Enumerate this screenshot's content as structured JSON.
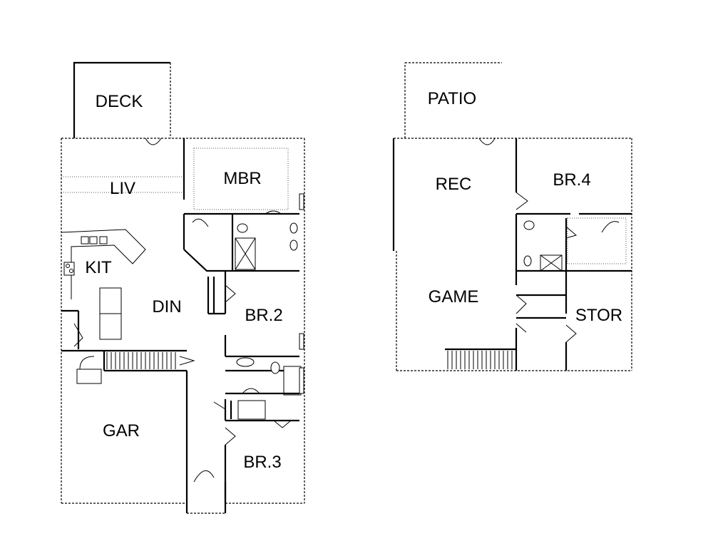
{
  "rooms": {
    "deck": "DECK",
    "liv": "LIV",
    "mbr": "MBR",
    "kit": "KIT",
    "din": "DIN",
    "br2": "BR.2",
    "gar": "GAR",
    "br3": "BR.3",
    "patio": "PATIO",
    "rec": "REC",
    "br4": "BR.4",
    "game": "GAME",
    "stor": "STOR"
  }
}
